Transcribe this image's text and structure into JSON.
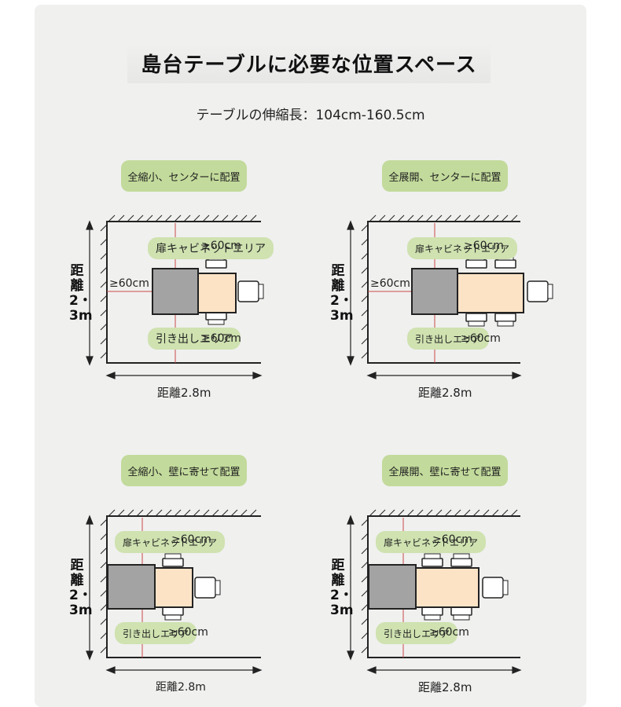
{
  "title": "島台テーブルに必要な位置スペース",
  "subtitle": "テーブルの伸縮長：104cm-160.5cm",
  "colors": {
    "tag_bg": "#c2da9b",
    "pill_bg": "#cfe2b0",
    "cabinet": "#a3a3a3",
    "table": "#fce3c6",
    "guide_line": "#c94a4a",
    "wall": "#222222"
  },
  "panels": [
    {
      "tag": "全縮小、センターに配置",
      "top_label": "扉キャビネットエリア",
      "top_value": "≥60cm",
      "bottom_label": "引き出しエリア",
      "bottom_value": "≥60cm",
      "side_value": "≥60cm",
      "vertical_distance": "距離2・3m",
      "horizontal_distance": "距離2.8m"
    },
    {
      "tag": "全展開、センターに配置",
      "top_label": "扉キャビネットエリア",
      "top_value": "≥60cm",
      "bottom_label": "引き出しエリア",
      "bottom_value": "≥60cm",
      "side_value": "≥60cm",
      "vertical_distance": "距離2・3m",
      "horizontal_distance": "距離2.8m"
    },
    {
      "tag": "全縮小、壁に寄せて配置",
      "top_label": "扉キャビネットエリア",
      "top_value": "≥60cm",
      "bottom_label": "引き出しエリア",
      "bottom_value": "≥60cm",
      "vertical_distance": "距離2・3m",
      "horizontal_distance": "距離2.8m"
    },
    {
      "tag": "全展開、壁に寄せて配置",
      "top_label": "扉キャビネットエリア",
      "top_value": "≥60cm",
      "bottom_label": "引き出しエリア",
      "bottom_value": "≥60cm",
      "vertical_distance": "距離2・3m",
      "horizontal_distance": "距離2.8m"
    }
  ]
}
